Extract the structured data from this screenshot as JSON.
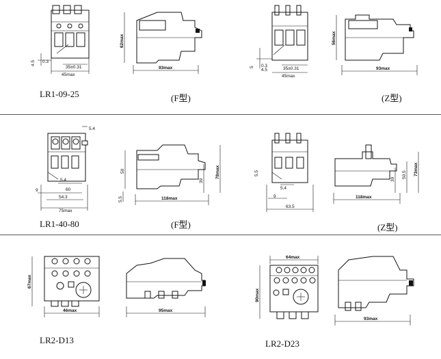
{
  "captions": {
    "lr1_09_25": "LR1-09-25",
    "f_type_1": "(F型)",
    "z_type_1": "(Z型)",
    "lr1_40_80": "LR1-40-80",
    "f_type_2": "(F型)",
    "z_type_2": "(Z型)",
    "lr2_d13": "LR2-D13",
    "lr2_d23": "LR2-D23"
  },
  "dims": {
    "d_4_5": "4.5",
    "d_0_3": "0.3",
    "d_35": "35±0.31",
    "d_45max": "45max",
    "d_62max": "62max",
    "d_93max": "93max",
    "d_5": "5",
    "d_56max": "56max",
    "d_5_4": "5.4",
    "d_9": "9",
    "d_60": "60",
    "d_54_3": "54.3",
    "d_75max": "75max",
    "d_50": "50",
    "d_5_5": "5.5",
    "d_118max": "118max",
    "d_39": "39",
    "d_78max": "78max",
    "d_63_5": "63.5",
    "d_50_5": "50.5",
    "d_73max": "73max",
    "d_67max": "67max",
    "d_46max": "46max",
    "d_95max": "95max",
    "d_64max": "64max",
    "d_90max": "90max"
  }
}
